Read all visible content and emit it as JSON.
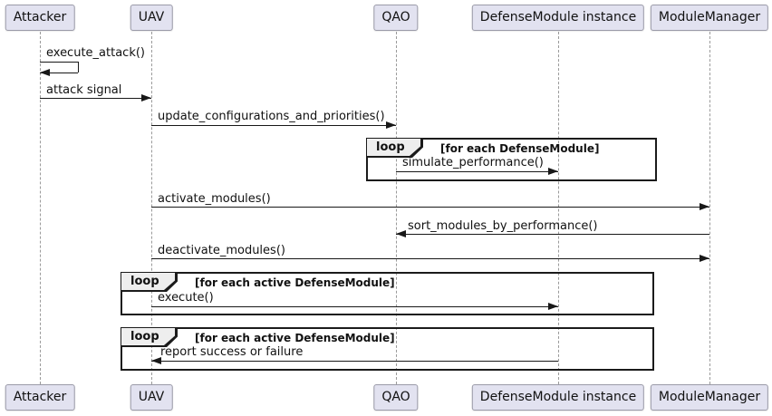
{
  "diagram": {
    "kind": "uml-sequence-diagram",
    "participants": [
      {
        "name": "Attacker"
      },
      {
        "name": "UAV"
      },
      {
        "name": "QAO"
      },
      {
        "name": "DefenseModule instance"
      },
      {
        "name": "ModuleManager"
      }
    ],
    "messages": [
      {
        "label": "execute_attack()",
        "from": "Attacker",
        "to": "Attacker",
        "kind": "self"
      },
      {
        "label": "attack signal",
        "from": "Attacker",
        "to": "UAV",
        "kind": "sync"
      },
      {
        "label": "update_configurations_and_priorities()",
        "from": "UAV",
        "to": "QAO",
        "kind": "sync"
      },
      {
        "label": "simulate_performance()",
        "from": "QAO",
        "to": "DefenseModule instance",
        "kind": "sync"
      },
      {
        "label": "activate_modules()",
        "from": "UAV",
        "to": "ModuleManager",
        "kind": "sync"
      },
      {
        "label": "sort_modules_by_performance()",
        "from": "ModuleManager",
        "to": "QAO",
        "kind": "sync"
      },
      {
        "label": "deactivate_modules()",
        "from": "UAV",
        "to": "ModuleManager",
        "kind": "sync"
      },
      {
        "label": "execute()",
        "from": "UAV",
        "to": "DefenseModule instance",
        "kind": "sync"
      },
      {
        "label": "report success or failure",
        "from": "DefenseModule instance",
        "to": "UAV",
        "kind": "sync"
      }
    ],
    "fragments": [
      {
        "keyword": "loop",
        "condition": "[for each DefenseModule]",
        "contains": [
          "simulate_performance()"
        ]
      },
      {
        "keyword": "loop",
        "condition": "[for each active DefenseModule]",
        "contains": [
          "execute()"
        ]
      },
      {
        "keyword": "loop",
        "condition": "[for each active DefenseModule]",
        "contains": [
          "report success or failure"
        ]
      }
    ],
    "colors": {
      "participant_fill": "#E2E2F0",
      "participant_border": "#9A9AA8",
      "lifeline": "#9A9A9A",
      "arrow": "#181818",
      "fragment_border": "#1B1B1B",
      "fragment_label_fill": "#EEEEEE",
      "background": "#FFFFFF"
    }
  }
}
